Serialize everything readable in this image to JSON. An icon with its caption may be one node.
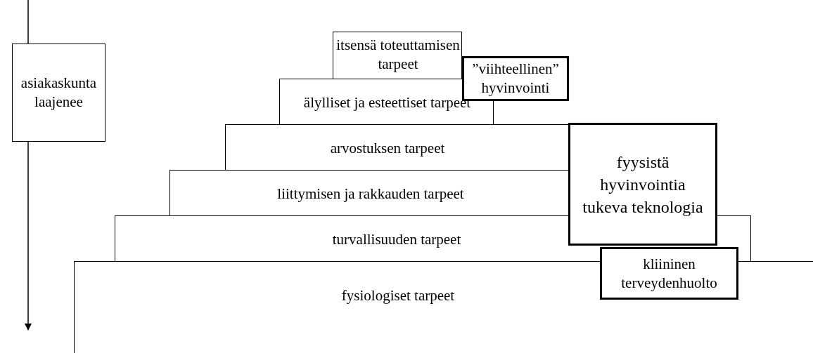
{
  "diagram": {
    "nodes": [
      {
        "text": [
          "asiakaskunta laajenee"
        ]
      },
      {
        "text": [
          "itsensä toteuttamisen tarpeet"
        ]
      },
      {
        "text": [
          "älylliset ja esteettiset tarpeet"
        ]
      },
      {
        "text": [
          "arvostuksen tarpeet"
        ]
      },
      {
        "text": [
          "liittymisen ja rakkauden tarpeet"
        ]
      },
      {
        "text": [
          "turvallisuuden tarpeet"
        ]
      },
      {
        "text": [
          "fysiologiset tarpeet"
        ]
      },
      {
        "text": [
          "”viihteellinen” hyvinvointi"
        ]
      },
      {
        "text": [
          "fyysistä hyvinvointia tukeva teknologia"
        ]
      },
      {
        "text": [
          "kliininen terveydenhuolto"
        ]
      }
    ]
  }
}
